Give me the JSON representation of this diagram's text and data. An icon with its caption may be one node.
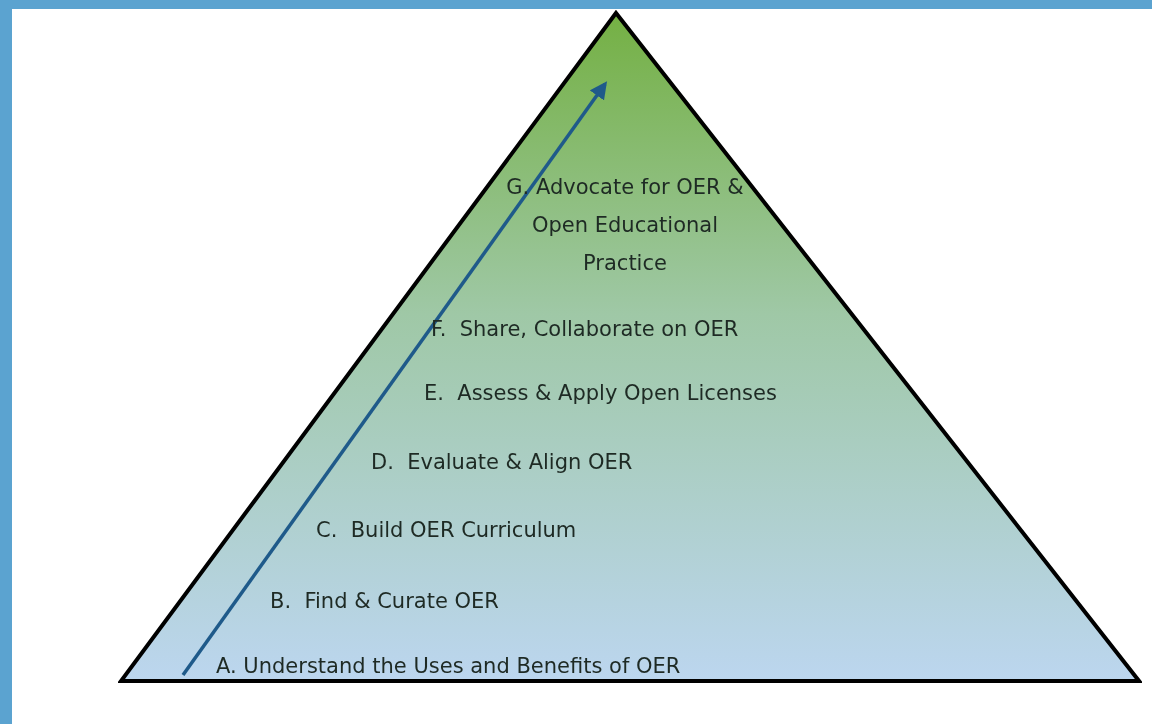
{
  "diagram": {
    "nodes": [
      {
        "text": [
          "G.  Advocate for OER & Open Educational Practice",
          "F.  Share, Collaborate on OER",
          "E.  Assess & Apply Open Licenses",
          "D.  Evaluate & Align OER",
          "C.  Build OER Curriculum",
          "B.  Find & Curate OER",
          "A. Understand the Uses and Benefits of OER"
        ]
      }
    ]
  }
}
